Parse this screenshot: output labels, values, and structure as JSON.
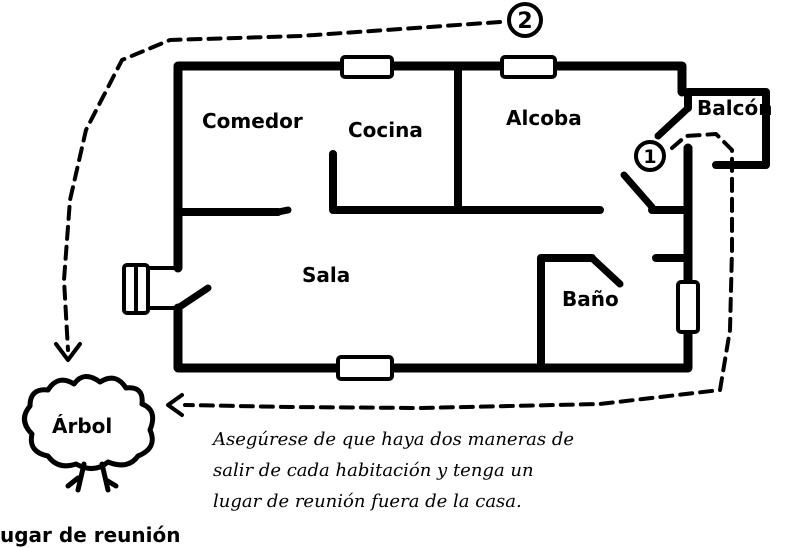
{
  "rooms": {
    "comedor": "Comedor",
    "cocina": "Cocina",
    "alcoba": "Alcoba",
    "balcon": "Balcón",
    "sala": "Sala",
    "bano": "Baño"
  },
  "route_markers": {
    "one": "1",
    "two": "2"
  },
  "tree_label": "Árbol",
  "meeting_point_label": "ugar de reunión",
  "caption_lines": [
    "Asegúrese de que haya dos maneras de",
    "salir de cada habitación y tenga un",
    "lugar de reunión fuera de la casa."
  ],
  "colors": {
    "ink": "#000000",
    "background": "#ffffff"
  }
}
